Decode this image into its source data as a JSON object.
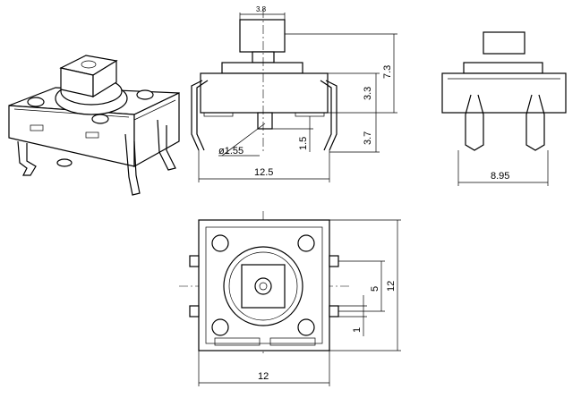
{
  "dimensions": {
    "cap_width": "3.8",
    "total_height": "7.3",
    "body_height": "3.3",
    "pin_length": "3.7",
    "pin_diameter": "ø1.55",
    "standoff": "1.5",
    "pin_span": "12.5",
    "pin_pitch_side": "8.95",
    "pin_pitch_vertical": "5",
    "body_height_top": "12",
    "pin_width": "1",
    "body_width_top": "12"
  }
}
